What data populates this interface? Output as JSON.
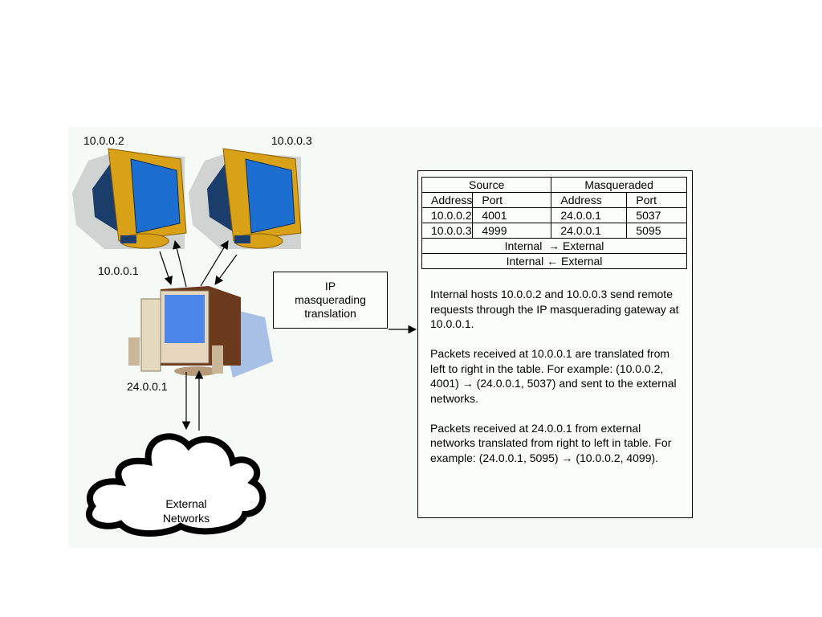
{
  "hosts": {
    "internal_1": "10.0.0.2",
    "internal_2": "10.0.0.3",
    "gateway_internal": "10.0.0.1",
    "gateway_external": "24.0.0.1"
  },
  "translation_box": {
    "line1": "IP",
    "line2": "masquerading",
    "line3": "translation"
  },
  "cloud": {
    "line1": "External",
    "line2": "Networks"
  },
  "table": {
    "group_headers": [
      "Source",
      "Masqueraded"
    ],
    "column_headers": [
      "Address",
      "Port",
      "Address",
      "Port"
    ],
    "rows": [
      [
        "10.0.0.2",
        "4001",
        "24.0.0.1",
        "5037"
      ],
      [
        "10.0.0.3",
        "4999",
        "24.0.0.1",
        "5095"
      ]
    ],
    "direction_out": "Internal  → External",
    "direction_in": "Internal ← External"
  },
  "description": [
    "Internal hosts 10.0.0.2 and 10.0.0.3 send remote requests through the IP masquerading gateway at 10.0.0.1.",
    "Packets received at 10.0.0.1 are translated from left to right in the table.  For example: (10.0.0.2, 4001) → (24.0.0.1, 5037) and sent to the external networks.",
    "Packets received at 24.0.0.1 from external networks translated from right to left in table.  For example:  (24.0.0.1, 5095) → (10.0.0.2, 4099)."
  ]
}
